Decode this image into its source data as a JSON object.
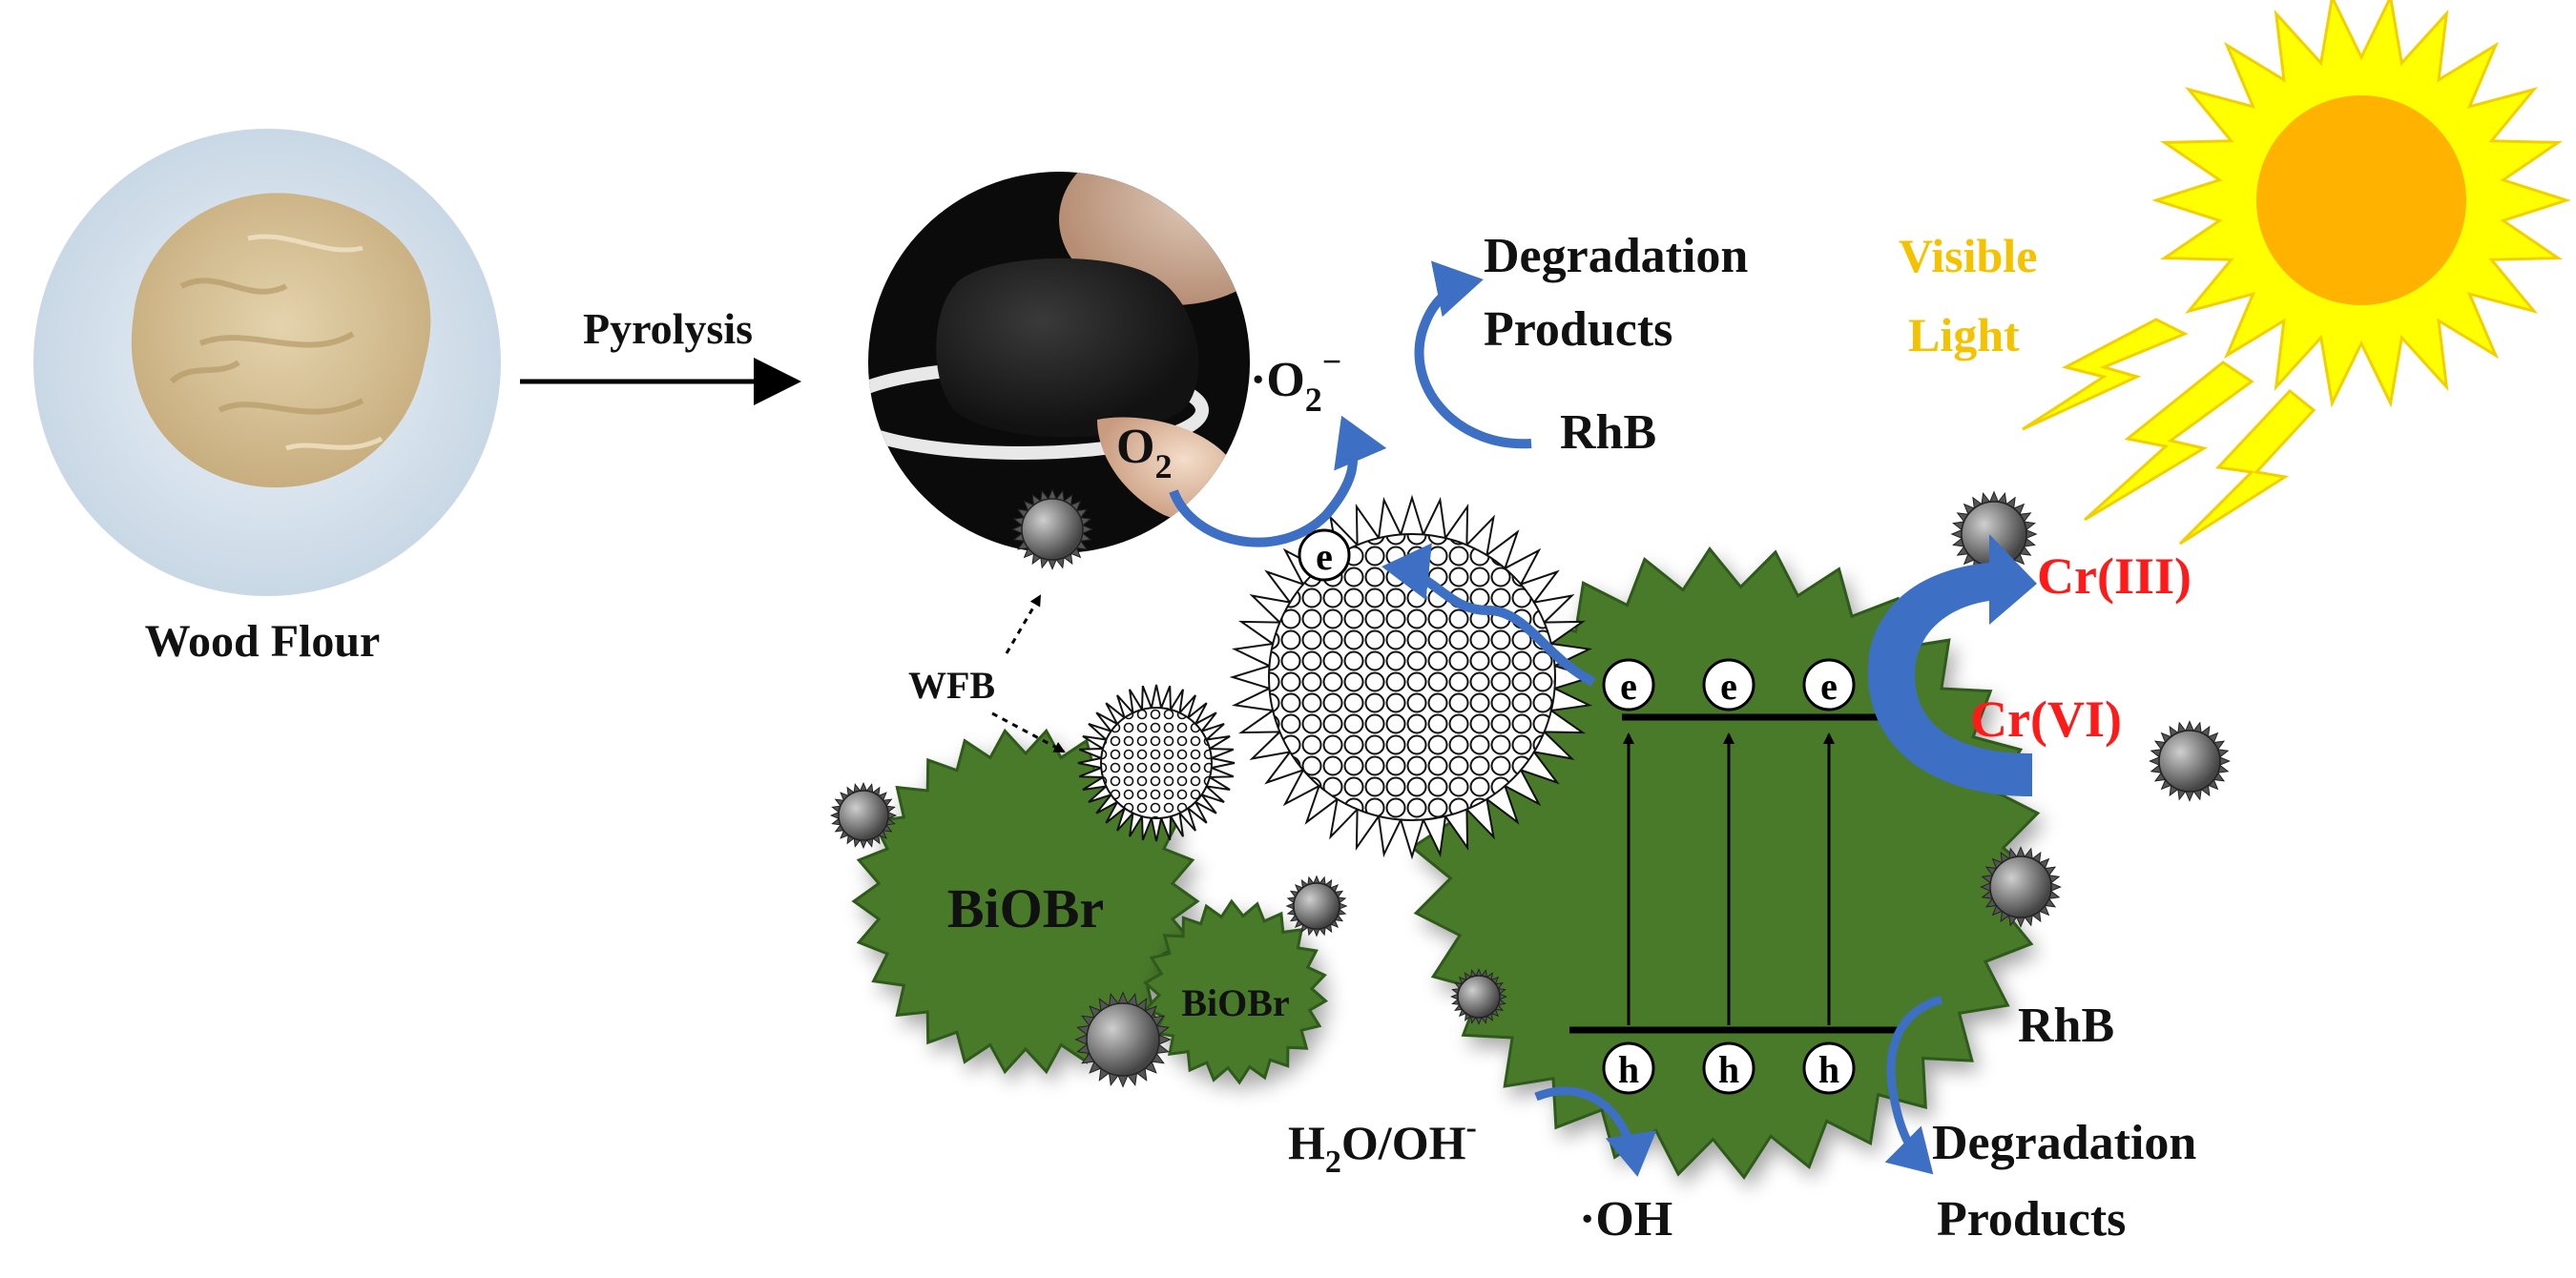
{
  "labels": {
    "wood_flour": "Wood Flour",
    "pyrolysis": "Pyrolysis",
    "wfb": "WFB",
    "biobr_large": "BiOBr",
    "biobr_small": "BiOBr",
    "degradation_top_line1": "Degradation",
    "degradation_top_line2": "Products",
    "rhb_top": "RhB",
    "o2": "O",
    "o2_sub": "2",
    "superoxide": "·O",
    "superoxide_sub": "2",
    "superoxide_sup": "−",
    "visible_line1": "Visible",
    "visible_line2": "Light",
    "cr3": "Cr(III)",
    "cr6": "Cr(VI)",
    "rhb_bottom": "RhB",
    "degradation_bottom_line1": "Degradation",
    "degradation_bottom_line2": "Products",
    "h2o_prefix": "H",
    "h2o_sub": "2",
    "h2o_suffix": "O/OH",
    "h2o_sup": "-",
    "hydroxyl": "·OH",
    "electron": "e",
    "hole": "h"
  },
  "colors": {
    "biobr_green": "#4a7a2c",
    "biobr_outline": "#2f5a1a",
    "arrow_blue": "#3d6fc4",
    "chromium_red": "#ff1a1a",
    "light_yellow": "#f5c200",
    "sun_rays": "#ffff00",
    "sun_core": "#ffb300",
    "wood_flour": "#d9c49b",
    "photo_background": "#dfe9f2"
  },
  "icons": {
    "electron_carriers": "electron-circle",
    "hole_carriers": "hole-circle",
    "wfb_particles": "spiky-carbon-particle"
  }
}
